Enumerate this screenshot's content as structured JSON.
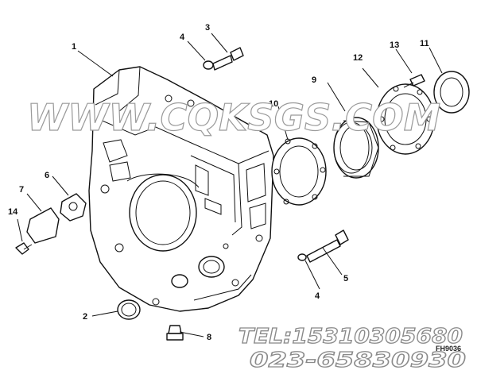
{
  "watermark": {
    "site": "WWW.CQKSGS.COM",
    "tel": "TEL:15310305680",
    "phone": "023-65830930"
  },
  "drawing_code": "FH9036",
  "callouts": [
    "1",
    "2",
    "3",
    "4",
    "4",
    "5",
    "6",
    "7",
    "8",
    "9",
    "10",
    "11",
    "12",
    "13",
    "14"
  ],
  "colors": {
    "line": "#111111",
    "watermark": "#9a9a9a",
    "background": "#ffffff"
  }
}
